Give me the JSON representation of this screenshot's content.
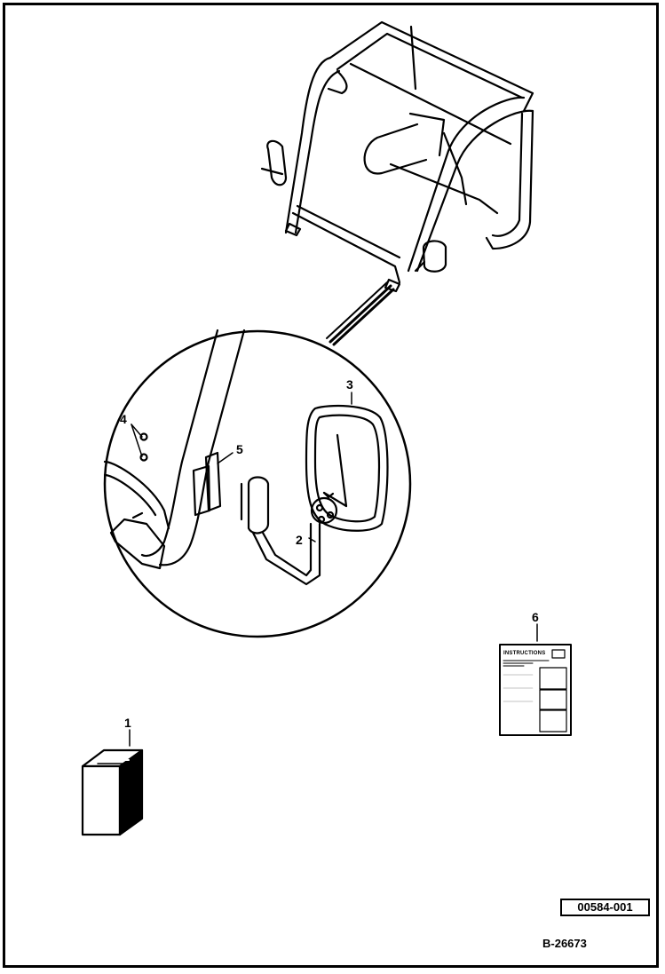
{
  "callouts": {
    "item_1": "1",
    "item_2": "2",
    "item_3": "3",
    "item_4": "4",
    "item_5": "5",
    "item_6": "6"
  },
  "instruction_sheet": {
    "title": "INSTRUCTIONS"
  },
  "drawing_number": "00584-001",
  "document_ref": "B-26673",
  "colors": {
    "line": "#000000",
    "background": "#ffffff"
  }
}
